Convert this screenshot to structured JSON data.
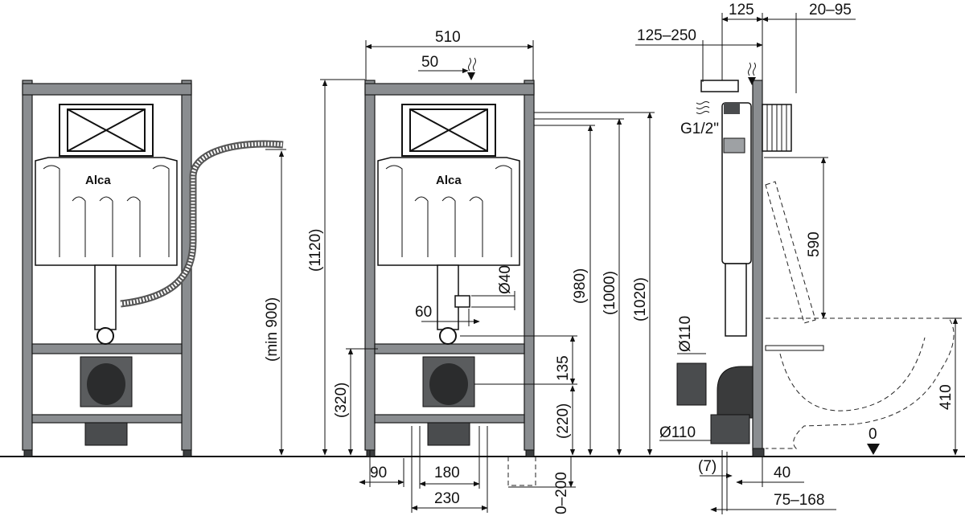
{
  "brand": {
    "logo_text": "Alca"
  },
  "views": {
    "left": {
      "min_height": "(min 900)"
    },
    "front": {
      "width": "510",
      "offset": "50",
      "height_total": "(1120)",
      "height_980": "(980)",
      "height_1000": "(1000)",
      "height_1020": "(1020)",
      "drain_diameter": "Ø40",
      "drain_offset": "60",
      "height_320": "(320)",
      "height_135": "135",
      "height_220": "(220)",
      "range_0_200": "0–200",
      "width_90": "90",
      "width_180": "180",
      "width_230": "230"
    },
    "side": {
      "depth_125": "125",
      "depth_20_95": "20–95",
      "depth_125_250": "125–250",
      "inlet": "G1/2\"",
      "height_590": "590",
      "pipe_110_top": "Ø110",
      "pipe_110_bottom": "Ø110",
      "height_410": "410",
      "floor_zero": "0",
      "gap_7": "(7)",
      "width_40": "40",
      "range_75_168": "75–168"
    }
  }
}
